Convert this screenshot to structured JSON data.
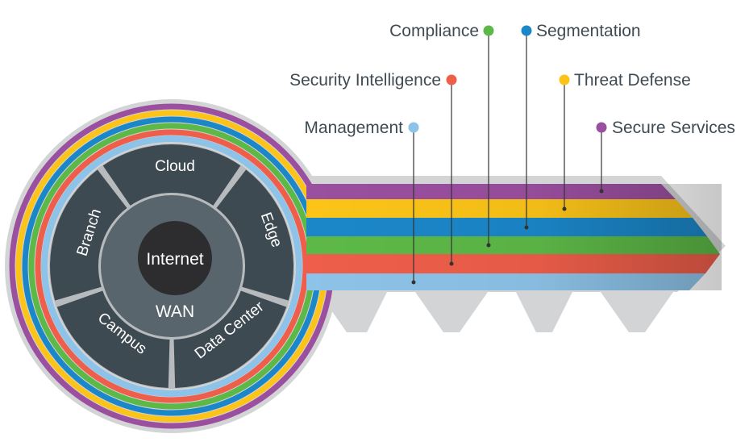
{
  "layers": [
    {
      "id": "management",
      "label": "Management",
      "color": "#8dc3e8"
    },
    {
      "id": "security-intelligence",
      "label": "Security Intelligence",
      "color": "#ee5e4a"
    },
    {
      "id": "compliance",
      "label": "Compliance",
      "color": "#5db947"
    },
    {
      "id": "segmentation",
      "label": "Segmentation",
      "color": "#1b87c9"
    },
    {
      "id": "threat-defense",
      "label": "Threat Defense",
      "color": "#fcc419"
    },
    {
      "id": "secure-services",
      "label": "Secure Services",
      "color": "#9b4f9f"
    }
  ],
  "segments": {
    "cloud": "Cloud",
    "edge": "Edge",
    "data_center": "Data Center",
    "campus": "Campus",
    "branch": "Branch"
  },
  "hub": {
    "wan": "WAN",
    "internet": "Internet"
  },
  "colors": {
    "key_body": "#d3d4d6",
    "segment": "#3e4a52",
    "hub": "#58656c",
    "core": "#2d2d2f",
    "divider": "#b7bbbe"
  }
}
